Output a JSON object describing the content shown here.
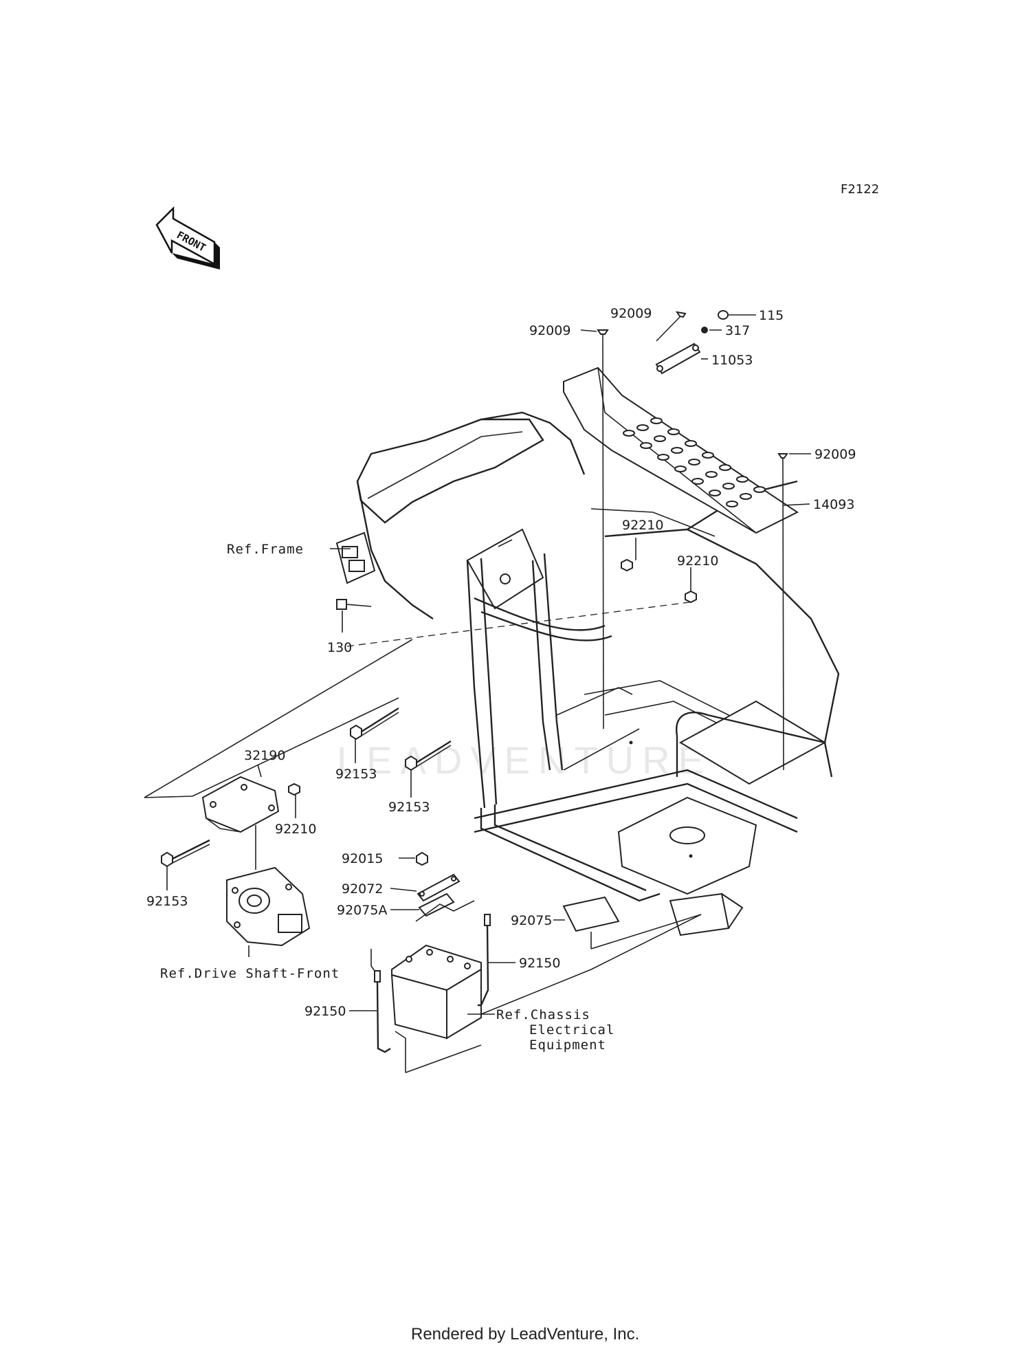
{
  "diagram_code": "F2122",
  "front_arrow": {
    "label": "FRONT",
    "icon": "front-direction-arrow-icon"
  },
  "watermark": "LEADVENTURE",
  "labels": {
    "p92009_a": "92009",
    "p92009_b": "92009",
    "p92009_c": "92009",
    "p115": "115",
    "p317": "317",
    "p11053": "11053",
    "p14093": "14093",
    "p92210_a": "92210",
    "p92210_b": "92210",
    "p92210_c": "92210",
    "p130": "130",
    "p32190": "32190",
    "p92153_a": "92153",
    "p92153_b": "92153",
    "p92153_c": "92153",
    "p92015": "92015",
    "p92072": "92072",
    "p92075A": "92075A",
    "p92075": "92075",
    "p92150_a": "92150",
    "p92150_b": "92150"
  },
  "refs": {
    "frame": "Ref.Frame",
    "drive_shaft": "Ref.Drive Shaft-Front",
    "chassis_1": "Ref.Chassis",
    "chassis_2": "Electrical",
    "chassis_3": "Equipment"
  },
  "footer": "Rendered by LeadVenture, Inc."
}
